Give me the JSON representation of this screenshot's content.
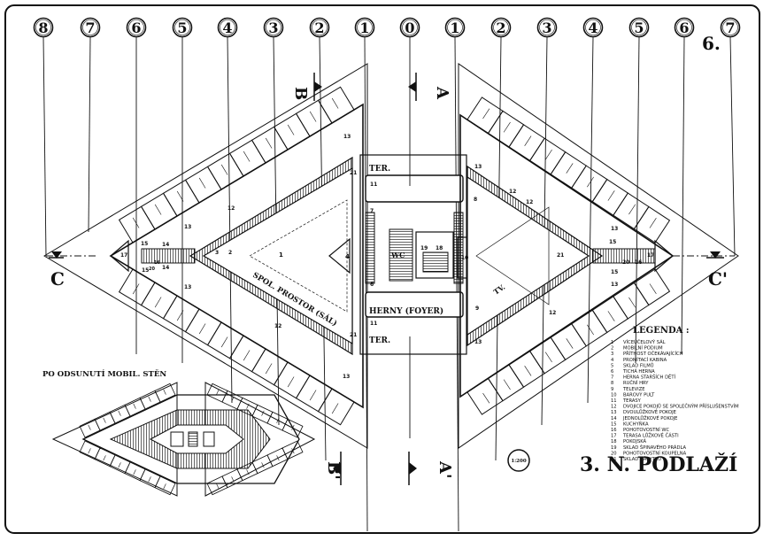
{
  "sheet_number": "6.",
  "title": "3. N. PODLAŽÍ",
  "scale": "1:200",
  "axis_labels_left": [
    "8",
    "7",
    "6",
    "5",
    "4",
    "3",
    "2",
    "1"
  ],
  "axis_label_center": "0",
  "axis_labels_right": [
    "1",
    "2",
    "3",
    "4",
    "5",
    "6",
    "7"
  ],
  "section_marks": {
    "a_top": "A",
    "a_bottom": "A'",
    "b_top": "B",
    "b_bottom": "B'",
    "c_left": "C",
    "c_right": "C'"
  },
  "room_labels": {
    "ter_top": "TER.",
    "ter_bottom": "TER.",
    "herny": "HERNY (FOYER)",
    "spol_prostor": "SPOL. PROSTOR (SÁL)",
    "tv": "TV.",
    "wc": "WC"
  },
  "inset_caption": "PO ODSUNUTÍ MOBIL. STĚN",
  "legend": {
    "title": "LEGENDA :",
    "items": [
      {
        "n": "1",
        "text": "VÍCEÚČELOVÝ SÁL"
      },
      {
        "n": "2",
        "text": "MOBILNÍ PODIUM"
      },
      {
        "n": "3",
        "text": "PŘÍTHOST OČEKÁVAJÍCÍCH"
      },
      {
        "n": "4",
        "text": "PROMÍTACÍ KABINA"
      },
      {
        "n": "5",
        "text": "SKLAD FILMŮ"
      },
      {
        "n": "6",
        "text": "TICHÁ HERNA"
      },
      {
        "n": "7",
        "text": "HERNA STARŠÍCH DĚTÍ"
      },
      {
        "n": "8",
        "text": "RUČNÍ HRY"
      },
      {
        "n": "9",
        "text": "TELEVIZE"
      },
      {
        "n": "10",
        "text": "BAROVÝ PULT"
      },
      {
        "n": "11",
        "text": "TERASY"
      },
      {
        "n": "12",
        "text": "DVOJICE POKOJŮ SE SPOLEČNÝM PŘÍSLUŠENSTVÍM"
      },
      {
        "n": "13",
        "text": "DVOULŮŽKOVÉ POKOJE"
      },
      {
        "n": "14",
        "text": "JEDNOLŮŽKOVÉ POKOJE"
      },
      {
        "n": "15",
        "text": "KUCHYŇKA"
      },
      {
        "n": "16",
        "text": "POHOTOVOSTNÍ WC"
      },
      {
        "n": "17",
        "text": "TERASA LŮŽKOVÉ ČÁSTI"
      },
      {
        "n": "18",
        "text": "POKOJSKÁ"
      },
      {
        "n": "19",
        "text": "SKLAD ŠPINAVÉHO PRÁDLA"
      },
      {
        "n": "20",
        "text": "POHOTOVOSTNÍ KOUPELNA"
      },
      {
        "n": "21",
        "text": "SKLAD NÁBYTKU"
      }
    ]
  }
}
